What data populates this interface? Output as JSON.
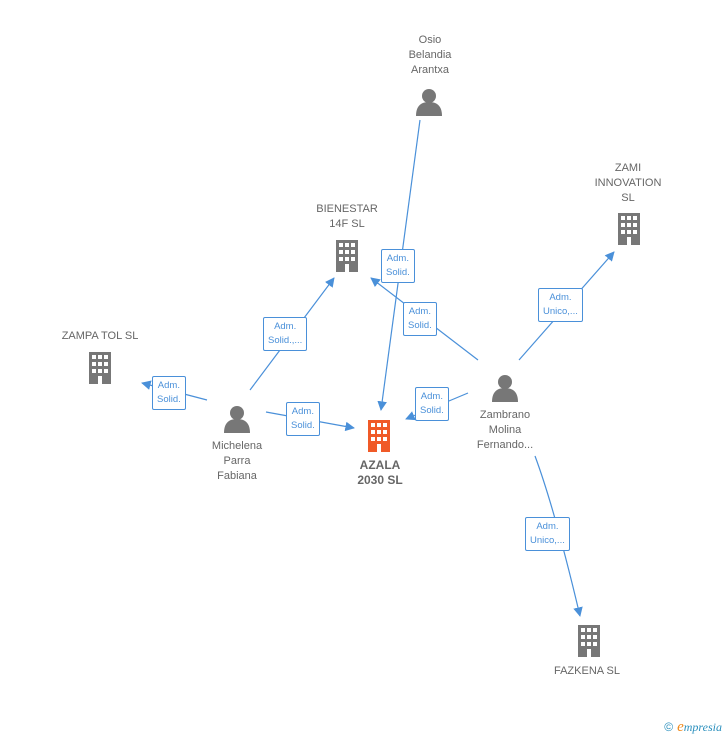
{
  "nodes": {
    "osio": {
      "label_lines": [
        "Osio",
        "Belandia",
        "Arantxa"
      ]
    },
    "zami": {
      "label_lines": [
        "ZAMI",
        "INNOVATION",
        "SL"
      ]
    },
    "bienestar": {
      "label_lines": [
        "BIENESTAR",
        "14F  SL"
      ]
    },
    "zampa": {
      "label_lines": [
        "ZAMPA TOL  SL"
      ]
    },
    "michelena": {
      "label_lines": [
        "Michelena",
        "Parra",
        "Fabiana"
      ]
    },
    "azala": {
      "label_lines": [
        "AZALA",
        "2030  SL"
      ]
    },
    "zambrano": {
      "label_lines": [
        "Zambrano",
        "Molina",
        "Fernando..."
      ]
    },
    "fazkena": {
      "label_lines": [
        "FAZKENA  SL"
      ]
    }
  },
  "edges": {
    "osio_azala": [
      "Adm.",
      "Solid."
    ],
    "zambrano_bienestar": [
      "Adm.",
      "Solid."
    ],
    "zambrano_zami": [
      "Adm.",
      "Unico,..."
    ],
    "zambrano_azala": [
      "Adm.",
      "Solid."
    ],
    "zambrano_fazkena": [
      "Adm.",
      "Unico,..."
    ],
    "michelena_bienestar": [
      "Adm.",
      "Solid.,..."
    ],
    "michelena_zampa": [
      "Adm.",
      "Solid."
    ],
    "michelena_azala": [
      "Adm.",
      "Solid."
    ]
  },
  "colors": {
    "edge": "#4a90d9",
    "node_gray": "#777777",
    "node_main": "#f05a28"
  },
  "watermark": {
    "symbol": "©",
    "brand_initial": "e",
    "brand_rest": "mpresia"
  }
}
